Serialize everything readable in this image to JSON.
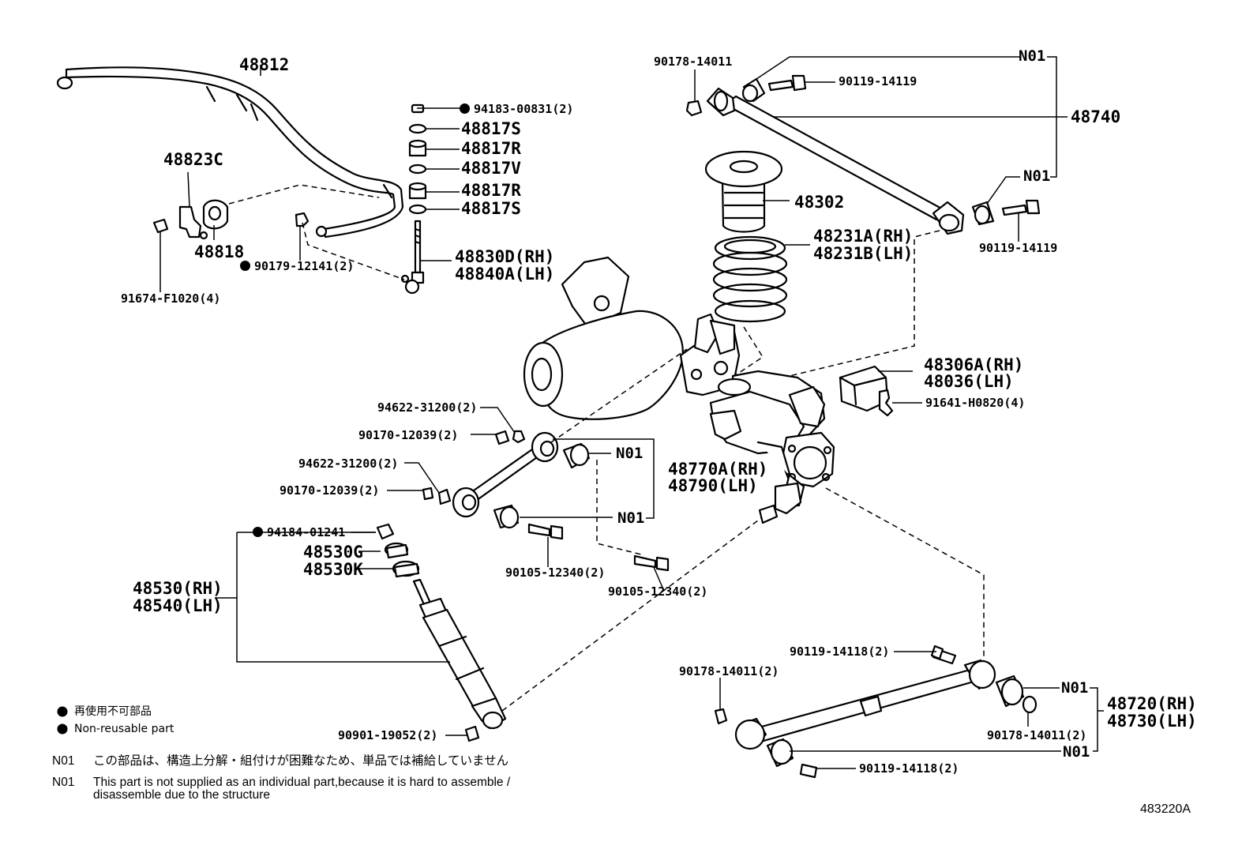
{
  "diagram_ref": "483220A",
  "parts": {
    "stabilizer_bar": "48812",
    "stab_bracket": "48823C",
    "stab_bushing": "48818",
    "bracket_bolt": "91674-F1020(4)",
    "bar_nut": "90179-12141(2)",
    "link_nut": "94183-00831(2)",
    "link_washer_a": "48817S",
    "link_bush_a": "48817R",
    "link_washer_v": "48817V",
    "link_bush_b": "48817R",
    "link_washer_b": "48817S",
    "link_rh": "48830D(RH)",
    "link_lh": "48840A(LH)",
    "upper_arm_nut": "90178-14011",
    "upper_arm_bolt_front": "90119-14119",
    "upper_arm": "48740",
    "upper_arm_bolt_rear": "90119-14119",
    "bumper": "48302",
    "spring_rh": "48231A(RH)",
    "spring_lh": "48231B(LH)",
    "spring_seat_rh": "48306A(RH)",
    "spring_seat_lh": "48036(LH)",
    "seat_bolt": "91641-H0820(4)",
    "lat_washer_a": "94622-31200(2)",
    "lat_nut_a": "90170-12039(2)",
    "lat_washer_b": "94622-31200(2)",
    "lat_nut_b": "90170-12039(2)",
    "lat_rod_rh": "48770A(RH)",
    "lat_rod_lh": "48790(LH)",
    "lat_bolt_a": "90105-12340(2)",
    "lat_bolt_b": "90105-12340(2)",
    "shock_nut": "94184-01241",
    "shock_cushion_g": "48530G",
    "shock_cushion_k": "48530K",
    "shock_rh": "48530(RH)",
    "shock_lh": "48540(LH)",
    "shock_bolt": "90901-19052(2)",
    "lower_bolt_top": "90119-14118(2)",
    "lower_nut_left": "90178-14011(2)",
    "lower_nut_right": "90178-14011(2)",
    "lower_bolt_bottom": "90119-14118(2)",
    "lower_arm_rh": "48720(RH)",
    "lower_arm_lh": "48730(LH)"
  },
  "tags": {
    "n01_a": "N01",
    "n01_b": "N01",
    "n01_c": "N01",
    "n01_d": "N01",
    "n01_e": "N01",
    "n01_f": "N01"
  },
  "legend": {
    "jp": "再使用不可部品",
    "en": "Non-reusable part"
  },
  "notes": {
    "code_jp": "N01",
    "text_jp": "この部品は、構造上分解・組付けが困難なため、単品では補給していません",
    "code_en": "N01",
    "text_en_1": "This part is not supplied as an individual part,because it is hard to assemble /",
    "text_en_2": "disassemble due to the structure"
  }
}
